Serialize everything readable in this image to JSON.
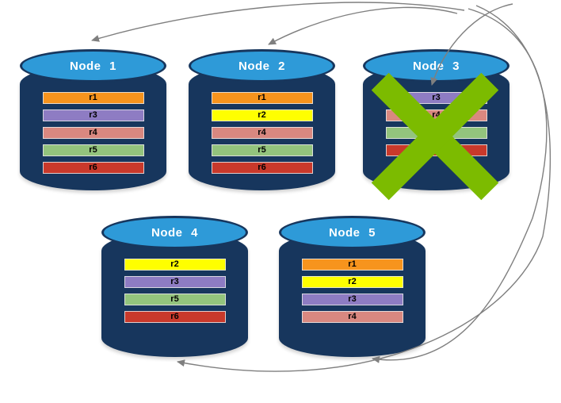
{
  "diagram": {
    "title": "",
    "kind": "database-replication-failover",
    "colors": {
      "cylinder_body": "#17365D",
      "cylinder_top": "#2E9AD8",
      "node_label": "#FFFFFF",
      "failure_x": "#7CBB00",
      "arrow": "#7F7F7F",
      "background": "#FFFFFF"
    },
    "replica_color_legend": {
      "r1": "#F7941D",
      "r2": "#FFFF00",
      "r3": "#8E7CC3",
      "r4": "#D98880",
      "r5": "#93C47D",
      "r6": "#C9392B"
    }
  },
  "nodes": [
    {
      "label": "Node 1",
      "failed": false,
      "replicas": [
        {
          "label": "r1",
          "color": "#F7941D"
        },
        {
          "label": "r3",
          "color": "#8E7CC3"
        },
        {
          "label": "r4",
          "color": "#D98880"
        },
        {
          "label": "r5",
          "color": "#93C47D"
        },
        {
          "label": "r6",
          "color": "#C9392B"
        }
      ]
    },
    {
      "label": "Node 2",
      "failed": false,
      "replicas": [
        {
          "label": "r1",
          "color": "#F7941D"
        },
        {
          "label": "r2",
          "color": "#FFFF00"
        },
        {
          "label": "r4",
          "color": "#D98880"
        },
        {
          "label": "r5",
          "color": "#93C47D"
        },
        {
          "label": "r6",
          "color": "#C9392B"
        }
      ]
    },
    {
      "label": "Node 3",
      "failed": true,
      "replicas": [
        {
          "label": "r3",
          "color": "#8E7CC3"
        },
        {
          "label": "r4",
          "color": "#D98880"
        },
        {
          "label": "r5",
          "color": "#93C47D"
        },
        {
          "label": "r6",
          "color": "#C9392B"
        }
      ]
    },
    {
      "label": "Node 4",
      "failed": false,
      "replicas": [
        {
          "label": "r2",
          "color": "#FFFF00"
        },
        {
          "label": "r3",
          "color": "#8E7CC3"
        },
        {
          "label": "r5",
          "color": "#93C47D"
        },
        {
          "label": "r6",
          "color": "#C9392B"
        }
      ]
    },
    {
      "label": "Node 5",
      "failed": false,
      "replicas": [
        {
          "label": "r1",
          "color": "#F7941D"
        },
        {
          "label": "r2",
          "color": "#FFFF00"
        },
        {
          "label": "r3",
          "color": "#8E7CC3"
        },
        {
          "label": "r4",
          "color": "#D98880"
        }
      ]
    }
  ],
  "arrows": [
    {
      "from": "node-3",
      "to": "node-1"
    },
    {
      "from": "node-3",
      "to": "node-2"
    },
    {
      "from": "loop",
      "to": "node-3"
    },
    {
      "from": "node-3",
      "to": "node-5"
    },
    {
      "from": "node-3",
      "to": "node-4"
    }
  ]
}
